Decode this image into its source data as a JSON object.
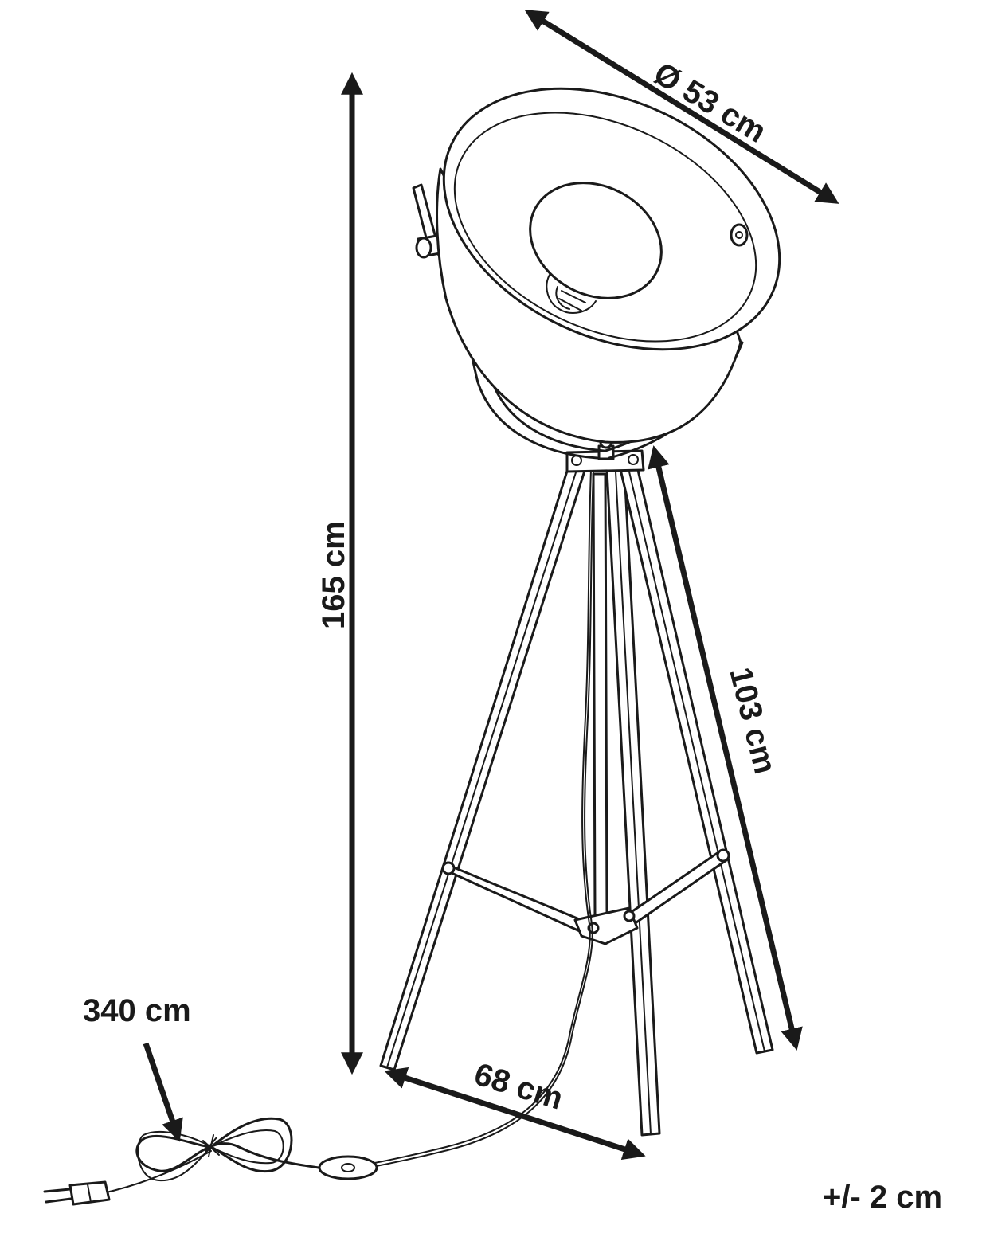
{
  "dimensions": {
    "shade_diameter": "Ø 53 cm",
    "total_height": "165 cm",
    "leg_length": "103 cm",
    "base_width": "68 cm",
    "cable_length": "340 cm",
    "tolerance": "+/- 2 cm"
  },
  "colors": {
    "ink": "#1a1a1a",
    "background": "#ffffff"
  }
}
